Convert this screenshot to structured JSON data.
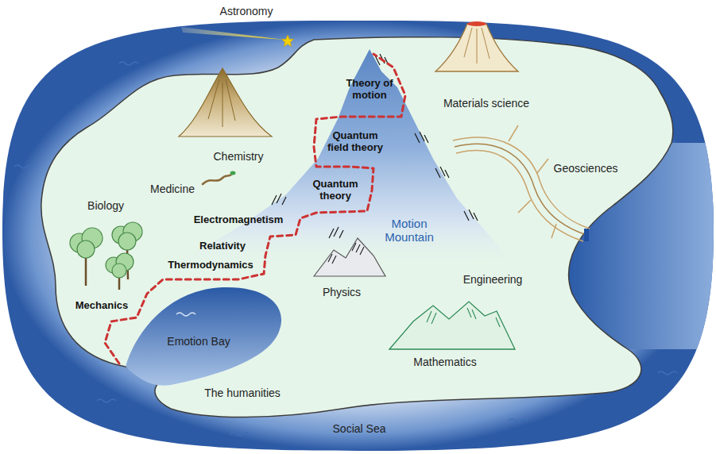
{
  "diagram": {
    "labels": [
      "Astronomy",
      "Theory of motion",
      "Materials science",
      "Quantum field theory",
      "Chemistry",
      "Geosciences",
      "Quantum theory",
      "Medicine",
      "Biology",
      "Motion Mountain",
      "Electromagnetism",
      "Relativity",
      "Thermodynamics",
      "Physics",
      "Engineering",
      "Mechanics",
      "Emotion Bay",
      "Mathematics",
      "The humanities",
      "Social Sea"
    ]
  }
}
